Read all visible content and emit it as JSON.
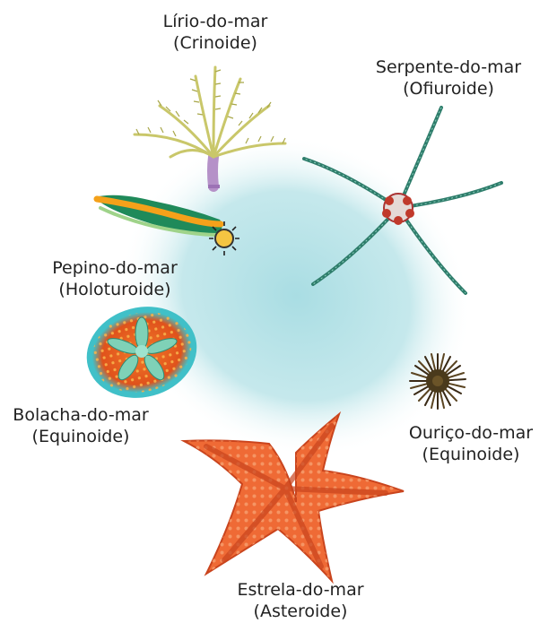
{
  "colors": {
    "background_glow": "#a9dde3",
    "text": "#222222",
    "starfish": "#ef6a35",
    "starfish_dark": "#c9441d",
    "sand_dollar": "#e85a1f",
    "sand_dollar_center": "#7fd1b7",
    "sea_cucumber_green": "#1f8a5a",
    "sea_cucumber_orange": "#f4a11a",
    "brittle_star": "#2e7d6b",
    "brittle_star_center": "#c0392b",
    "urchin": "#3a2a16",
    "crinoid": "#c9c76a",
    "crinoid_stalk": "#b591c8"
  },
  "animals": [
    {
      "id": "crinoid",
      "name": "Lírio-do-mar",
      "group": "(Crinoide)",
      "icon": "sea-lily-icon"
    },
    {
      "id": "brittle_star",
      "name": "Serpente-do-mar",
      "group": "(Ofiuroide)",
      "icon": "brittle-star-icon"
    },
    {
      "id": "sea_cucumber",
      "name": "Pepino-do-mar",
      "group": "(Holoturoide)",
      "icon": "sea-cucumber-icon"
    },
    {
      "id": "sand_dollar",
      "name": "Bolacha-do-mar",
      "group": "(Equinoide)",
      "icon": "sand-dollar-icon"
    },
    {
      "id": "sea_urchin",
      "name": "Ouriço-do-mar",
      "group": "(Equinoide)",
      "icon": "sea-urchin-icon"
    },
    {
      "id": "starfish",
      "name": "Estrela-do-mar",
      "group": "(Asteroide)",
      "icon": "starfish-icon"
    }
  ]
}
